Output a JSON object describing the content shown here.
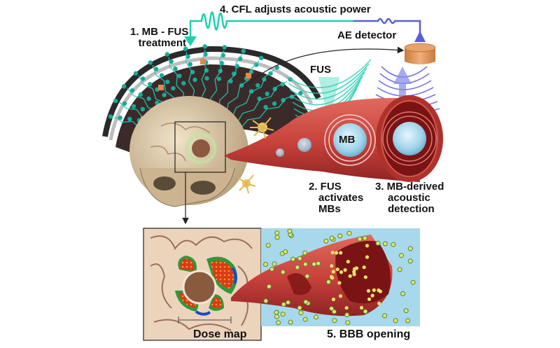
{
  "figure": {
    "title": "MB-FUS treatment with closed-feedback-loop acoustic control",
    "labels": {
      "step1": [
        "1. MB - FUS",
        "treatment"
      ],
      "step2": [
        "2. FUS",
        "activates",
        "MBs"
      ],
      "step3": [
        "3. MB-derived",
        "acoustic",
        "detection"
      ],
      "step4": "4. CFL adjusts acoustic power",
      "step5": "5. BBB opening",
      "ae_detector": "AE detector",
      "fus": "FUS",
      "mb": "MB",
      "dose_map": "Dose map"
    },
    "colors": {
      "teal": "#1fcfb0",
      "purple": "#5a5fd6",
      "vessel_red": "#c9463f",
      "vessel_dark": "#7a1414",
      "mb_blue": "#a9d9ee",
      "fluid_blue": "#a8d8ec",
      "skull": "#d9c7a8",
      "transducer": "#2b2b2b",
      "detector": "#d48a4c",
      "particle": "#e8e36a"
    }
  }
}
